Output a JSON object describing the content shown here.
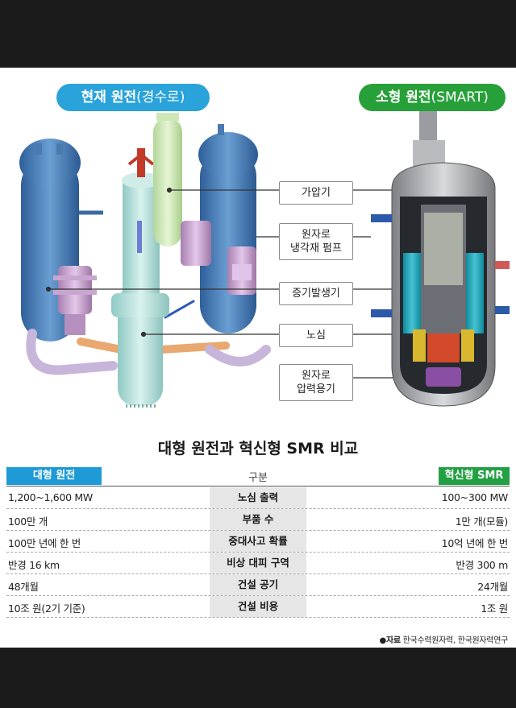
{
  "labels": {
    "current_main": "현재 원전",
    "current_sub": "(경수로)",
    "smart_main": "소형 원전",
    "smart_sub": "(SMART)"
  },
  "callouts": {
    "pressurizer": "가압기",
    "pump_line1": "원자로",
    "pump_line2": "냉각재 펌프",
    "steam_generator": "증기발생기",
    "core": "노심",
    "vessel_line1": "원자로",
    "vessel_line2": "압력용기"
  },
  "table": {
    "title": "대형 원전과 혁신형 SMR 비교",
    "header_left": "대형 원전",
    "header_mid": "구분",
    "header_right": "혁신형 SMR",
    "rows": [
      {
        "left": "1,200~1,600 MW",
        "mid": "노심 출력",
        "right": "100~300 MW"
      },
      {
        "left": "100만 개",
        "mid": "부품 수",
        "right": "1만 개(모듈)"
      },
      {
        "left": "100만 년에 한 번",
        "mid": "중대사고 확률",
        "right": "10억 년에 한 번"
      },
      {
        "left": "반경 16 km",
        "mid": "비상 대피 구역",
        "right": "반경 300 m"
      },
      {
        "left": "48개월",
        "mid": "건설 공기",
        "right": "24개월"
      },
      {
        "left": "10조 원(2기 기준)",
        "mid": "건설 비용",
        "right": "1조 원"
      }
    ]
  },
  "source": {
    "label": "●자료",
    "text": "한국수력원자력, 한국원자력연구"
  },
  "colors": {
    "blue": "#1e9ad6",
    "green": "#23a043"
  }
}
